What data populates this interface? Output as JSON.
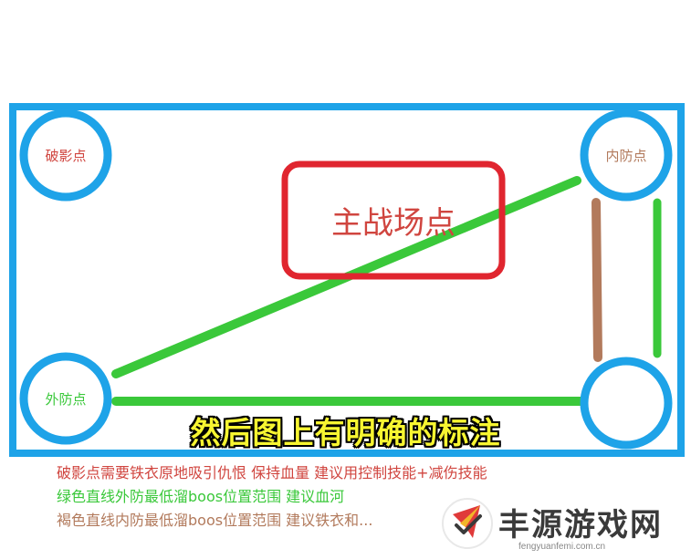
{
  "diagram": {
    "main_label": "主战场点",
    "nodes": {
      "top_left": "破影点",
      "top_right": "内防点",
      "bottom_left": "外防点",
      "bottom_right": ""
    },
    "colors": {
      "border_blue": "#1ea3e8",
      "main_box_red": "#e0252f",
      "node_red_text": "#d0453f",
      "green": "#3ac83a",
      "brown": "#b27a5c",
      "subtitle_yellow": "#f7f531"
    }
  },
  "subtitle": "然后图上有明确的标注",
  "notes": [
    {
      "text": "破影点需要铁衣原地吸引仇恨 保持血量 建议用控制技能+减伤技能",
      "color": "#d0453f"
    },
    {
      "text": "绿色直线外防最低溜boos位置范围 建议血河",
      "color": "#3ac83a"
    },
    {
      "text": "褐色直线内防最低溜boos位置范围 建议铁衣和...",
      "color": "#b27a5c"
    }
  ],
  "watermark": {
    "title": "丰源游戏网",
    "url": "fengyuanfemi.com.cn",
    "logo_icon": "paper-plane-check-icon"
  }
}
